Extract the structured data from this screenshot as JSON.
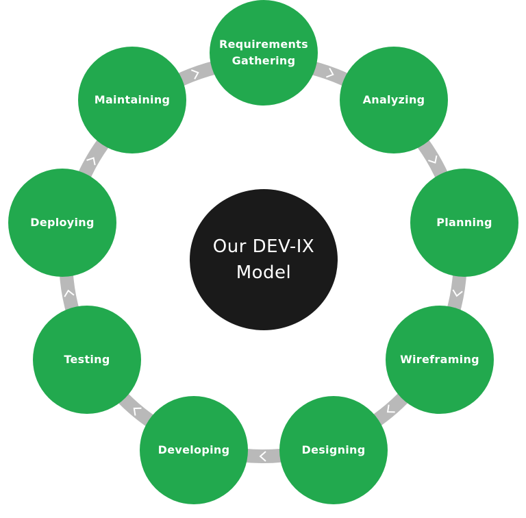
{
  "diagram": {
    "center_label": "Our DEV-IX\nModel",
    "steps": [
      "Requirements\nGathering",
      "Analyzing",
      "Planning",
      "Wireframing",
      "Designing",
      "Developing",
      "Testing",
      "Deploying",
      "Maintaining"
    ],
    "colors": {
      "step_fill": "#22a94e",
      "center_fill": "#1a1a1a",
      "ring": "#b9b9b9",
      "text": "#ffffff"
    }
  }
}
